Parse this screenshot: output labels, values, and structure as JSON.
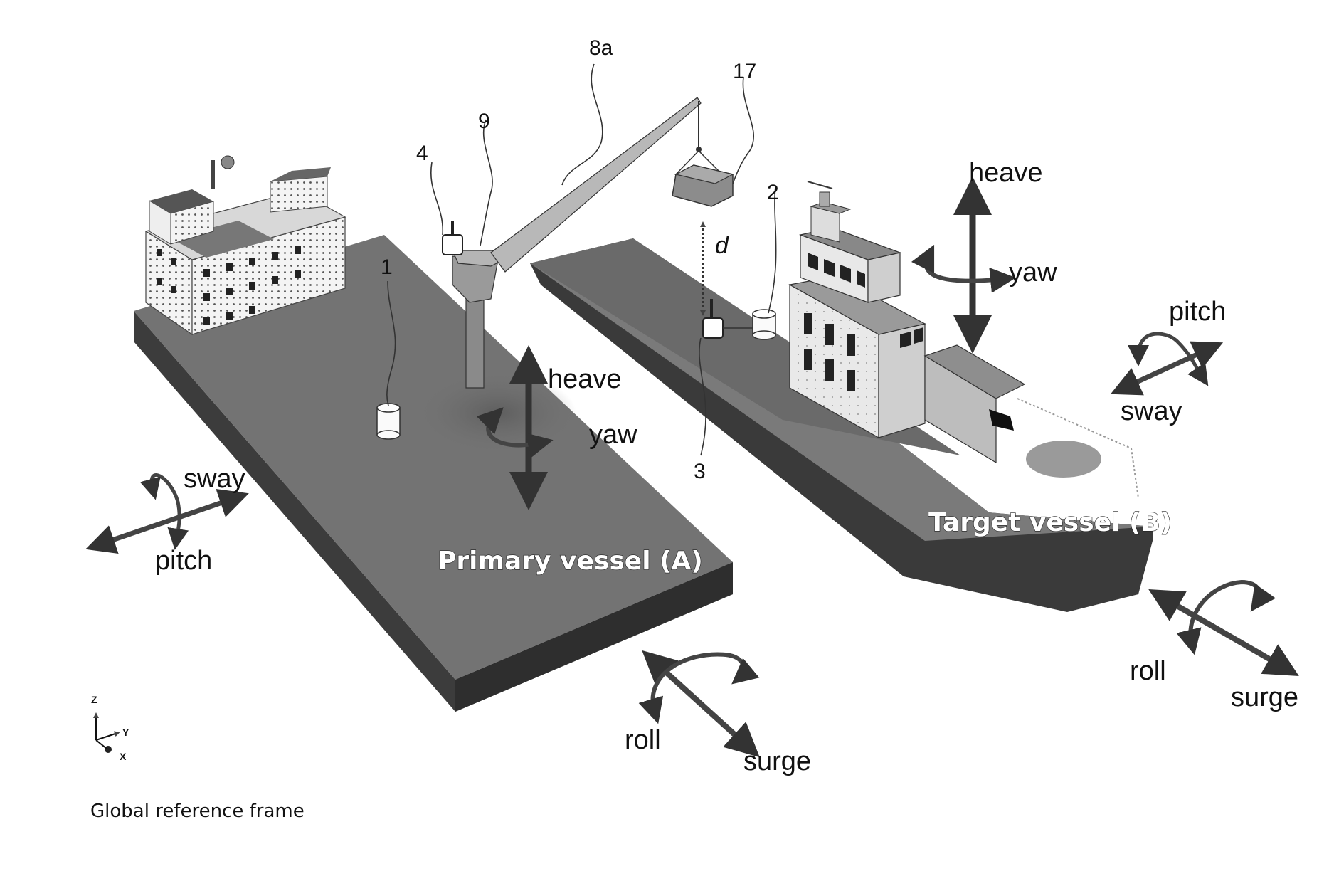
{
  "caption": "Global reference frame",
  "axes_labels": {
    "z": "Z",
    "y": "Y",
    "x": "X"
  },
  "reference_numerals": {
    "n1": "1",
    "n2": "2",
    "n3": "3",
    "n4": "4",
    "n8a": "8a",
    "n9": "9",
    "n17": "17",
    "d": "d"
  },
  "vessel_a": {
    "name": "Primary vessel (A)",
    "heave": "heave",
    "yaw": "yaw",
    "sway": "sway",
    "pitch": "pitch",
    "roll": "roll",
    "surge": "surge"
  },
  "vessel_b": {
    "name": "Target vessel (B)",
    "heave": "heave",
    "yaw": "yaw",
    "pitch": "pitch",
    "sway": "sway",
    "roll": "roll",
    "surge": "surge"
  },
  "colors": {
    "hull_dark": "#3a3a3a",
    "deck": "#6e6e6e",
    "superstructure": "#f2f2f2",
    "arrow": "#4a4a4a"
  }
}
